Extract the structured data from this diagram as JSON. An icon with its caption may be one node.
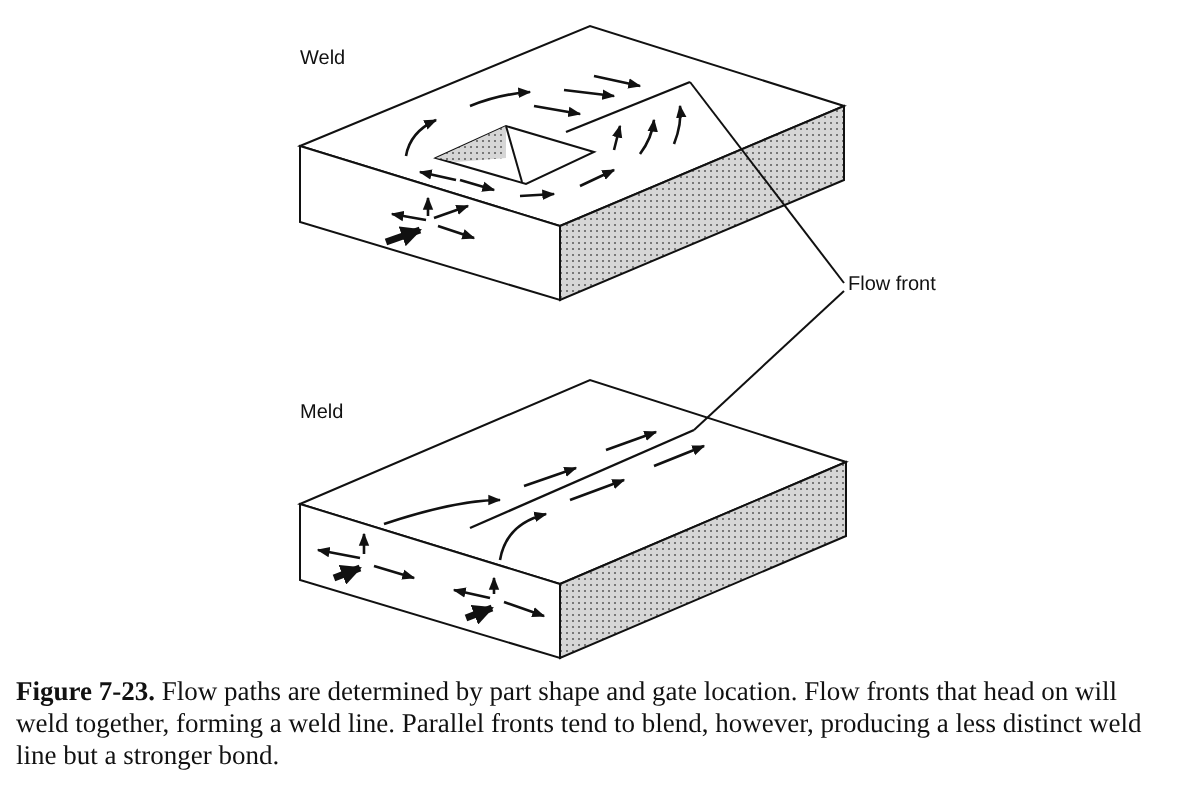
{
  "diagram": {
    "caption": "**Figure 7-23.** Flow paths are determined by part shape and gate location. Flow fronts that head on will weld together, forming a weld line. Parallel fronts tend to blend, however, producing a less distinct weld line but a stronger bond.",
    "nodes": [
      {
        "text": [
          "Flow front"
        ]
      },
      {
        "text": [],
        "shape": "line"
      },
      {
        "text": [],
        "shape": "line"
      }
    ],
    "edges": [
      {
        "from": 0,
        "to": 1,
        "arrow": "none"
      },
      {
        "from": 0,
        "to": 2,
        "arrow": "none"
      }
    ],
    "labels": [
      "Weld",
      "Meld"
    ]
  }
}
